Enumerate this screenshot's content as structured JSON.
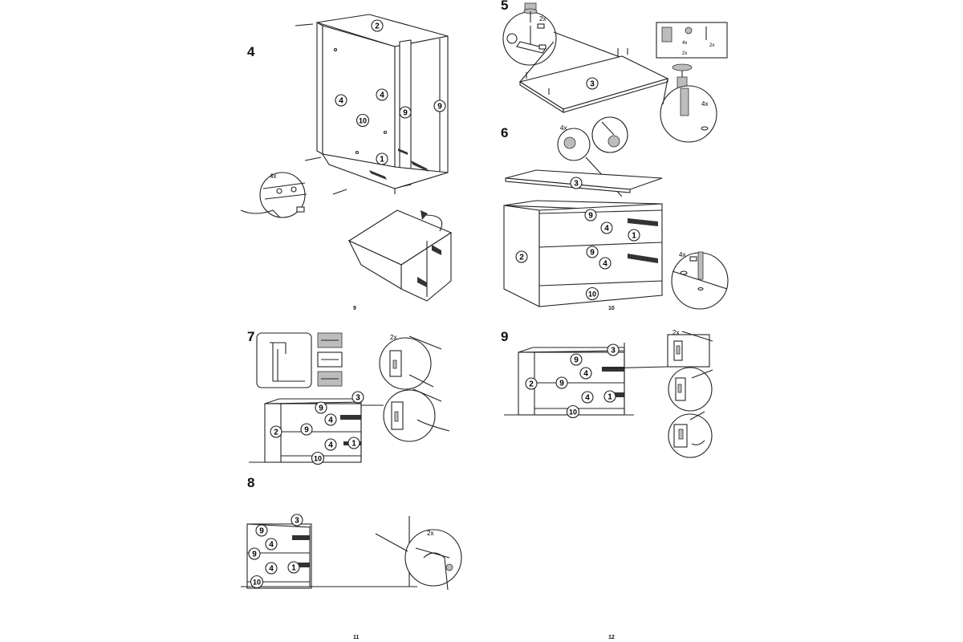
{
  "pages": [
    {
      "number": "9",
      "steps": [
        {
          "num": "4",
          "callouts": [
            "2",
            "4",
            "4",
            "9",
            "9",
            "10",
            "1"
          ],
          "multiplier": "4x"
        }
      ]
    },
    {
      "number": "10",
      "steps": [
        {
          "num": "5",
          "callouts": [
            "3"
          ],
          "multipliers": [
            "2x",
            "4x",
            "2x",
            "4x"
          ]
        },
        {
          "num": "6",
          "callouts": [
            "3",
            "9",
            "4",
            "1",
            "2",
            "9",
            "4",
            "10"
          ],
          "multipliers": [
            "4x",
            "4x"
          ]
        }
      ]
    },
    {
      "number": "11",
      "steps": [
        {
          "num": "7",
          "callouts": [
            "3",
            "9",
            "4",
            "2",
            "9",
            "4",
            "1",
            "10"
          ],
          "multiplier": "2x"
        },
        {
          "num": "8",
          "callouts": [
            "3",
            "9",
            "4",
            "9",
            "4",
            "1",
            "10"
          ],
          "multiplier": "2x"
        }
      ]
    },
    {
      "number": "12",
      "steps": [
        {
          "num": "9",
          "callouts": [
            "3",
            "9",
            "4",
            "2",
            "9",
            "4",
            "1",
            "10"
          ],
          "multiplier": "2x"
        }
      ]
    }
  ],
  "labels": {
    "step4": "4",
    "step5": "5",
    "step6": "6",
    "step7": "7",
    "step8": "8",
    "step9": "9",
    "page9": "9",
    "page10": "10",
    "page11": "11",
    "page12": "12",
    "x2": "2x",
    "x4": "4x",
    "c1": "1",
    "c2": "2",
    "c3": "3",
    "c4": "4",
    "c9": "9",
    "c10": "10"
  }
}
